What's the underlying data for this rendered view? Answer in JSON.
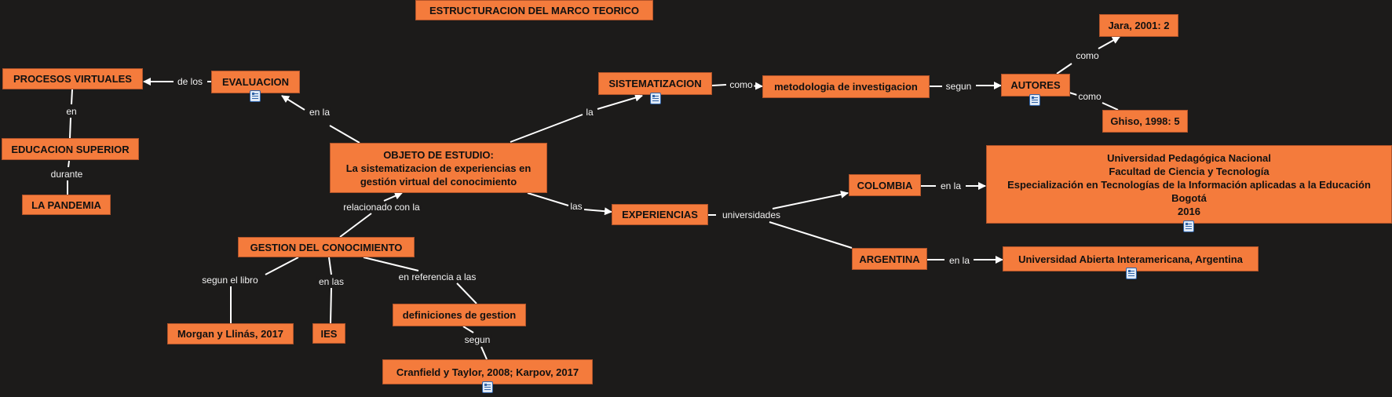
{
  "title": "ESTRUCTURACION DEL MARCO TEORICO",
  "nodes": {
    "procesos_virtuales": "PROCESOS VIRTUALES",
    "evaluacion": "EVALUACION",
    "educacion_superior": "EDUCACION SUPERIOR",
    "la_pandemia": "LA PANDEMIA",
    "objeto": "OBJETO DE ESTUDIO:\nLa sistematizacion de experiencias en\ngestión virtual del conocimiento",
    "gestion": "GESTION DEL CONOCIMIENTO",
    "morgan": "Morgan y Llinás, 2017",
    "ies": "IES",
    "definiciones": "definiciones de gestion",
    "cranfield": "Cranfield y Taylor, 2008; Karpov, 2017",
    "sistematizacion": "SISTEMATIZACION",
    "metodologia": "metodologia de investigacion",
    "autores": "AUTORES",
    "jara": "Jara, 2001: 2",
    "ghiso": "Ghiso, 1998: 5",
    "experiencias": "EXPERIENCIAS",
    "colombia": "COLOMBIA",
    "argentina": "ARGENTINA",
    "upn": "Universidad Pedagógica Nacional\nFacultad de Ciencia y Tecnología\nEspecialización en Tecnologías de la Información aplicadas a la Educación\nBogotá\n2016",
    "uai": "Universidad Abierta Interamericana, Argentina"
  },
  "links": {
    "de_los": "de los",
    "en_evaluacion": "en la",
    "en_procesos": "en",
    "durante": "durante",
    "relacionado": "relacionado con la",
    "segun_el_libro": "segun el libro",
    "en_las": "en las",
    "en_referencia": "en referencia a las",
    "segun_def": "segun",
    "la": "la",
    "como_sist": "como",
    "segun_met": "segun",
    "como_jara": "como",
    "como_ghiso": "como",
    "las": "las",
    "universidades": "universidades",
    "en_la_col": "en la",
    "en_la_arg": "en la"
  }
}
